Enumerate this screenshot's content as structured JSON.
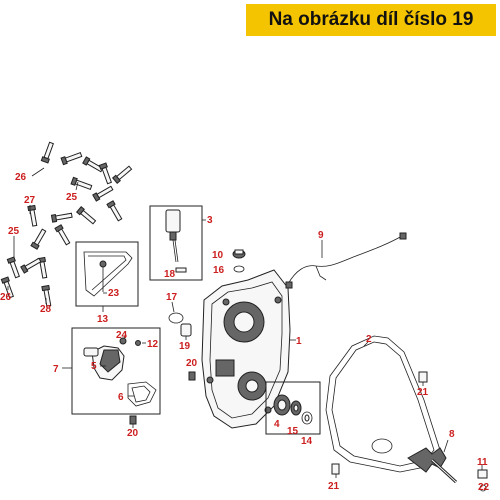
{
  "banner": {
    "text": "Na obrázku díl číslo 19",
    "color": "#f5c400"
  },
  "label_color": "#cc1e1e",
  "callouts": [
    "1",
    "2",
    "3",
    "4",
    "5",
    "6",
    "7",
    "8",
    "9",
    "10",
    "11",
    "12",
    "13",
    "14",
    "15",
    "16",
    "17",
    "18",
    "19",
    "20",
    "20",
    "21",
    "21",
    "21",
    "22",
    "23",
    "24",
    "25",
    "25",
    "26",
    "26",
    "27",
    "28"
  ],
  "highlighted_part": "19"
}
